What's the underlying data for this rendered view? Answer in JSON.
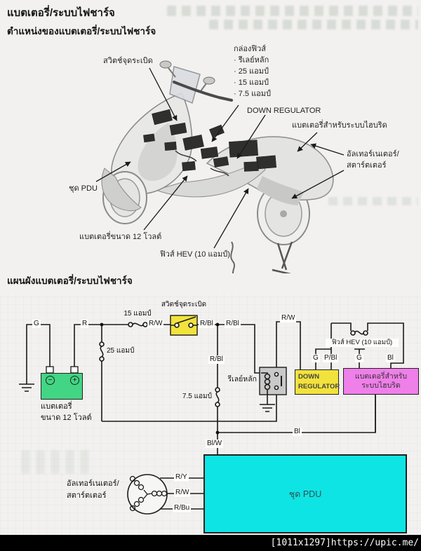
{
  "page": {
    "title": "แบตเตอรี่/ระบบไฟชาร์จ",
    "location_section_title": "ตำแหน่งของแบตเตอรี่/ระบบไฟชาร์จ",
    "schematic_section_title": "แผนผังแบตเตอรี่/ระบบไฟชาร์จ",
    "watermark": "[1011x1297]https://upic.me/"
  },
  "location_diagram": {
    "callouts": {
      "ignition_switch": "สวิตช์จุดระเบิด",
      "fuse_box": "กล่องฟิวส์",
      "fuse_box_items": [
        "· รีเลย์หลัก",
        "· 25 แอมป์",
        "· 15 แอมป์",
        "· 7.5 แอมป์"
      ],
      "down_regulator": "DOWN REGULATOR",
      "hybrid_battery": "แบตเตอรี่สำหรับระบบไฮบริด",
      "alternator_line1": "อัลเทอร์เนเตอร์/",
      "alternator_line2": "สตาร์ตเตอร์",
      "pdu": "ชุด PDU",
      "battery_12v": "แบตเตอรี่ขนาด 12 โวลต์",
      "hev_fuse": "ฟิวส์ HEV (10 แอมป์)"
    }
  },
  "circuit": {
    "wires": {
      "g": "G",
      "r": "R",
      "rw_main": "R/W",
      "rbl_after_switch": "R/Bl",
      "rbl_mid": "R/Bl",
      "rbl_vertical": "R/Bl",
      "rw_relay": "R/W",
      "bl_bottom": "Bl",
      "blw": "Bl/W",
      "ry": "R/Y",
      "rw_alt": "R/W",
      "rbu": "R/Bu"
    },
    "fuses": {
      "f15": "15 แอมป์",
      "f25": "25 แอมป์",
      "f75": "7.5 แอมป์",
      "hev": "ฟิวส์ HEV (10 แอมป์)"
    },
    "terminals": {
      "g1": "G",
      "pbl": "P/Bl",
      "g2": "G",
      "bl": "Bl"
    },
    "components": {
      "ignition_switch": {
        "label": "สวิตช์จุดระเบิด",
        "color": "#f2e23c"
      },
      "main_relay": {
        "label": "รีเลย์หลัก",
        "color": "#c9c9c9"
      },
      "down_regulator": {
        "line1": "DOWN",
        "line2": "REGULATOR",
        "color": "#f2e23c"
      },
      "hybrid_battery": {
        "line1": "แบตเตอรี่สำหรับ",
        "line2": "ระบบไฮบริด",
        "color": "#ef7fe9"
      },
      "pdu": {
        "label": "ชุด PDU",
        "color": "#0fe4e4"
      },
      "battery_12v": {
        "label_line1": "แบตเตอรี่",
        "label_line2": "ขนาด 12 โวลต์",
        "color": "#42d584",
        "minus": "−",
        "plus": "+"
      },
      "alternator": {
        "line1": "อัลเทอร์เนเตอร์/",
        "line2": "สตาร์ตเตอร์"
      }
    }
  }
}
